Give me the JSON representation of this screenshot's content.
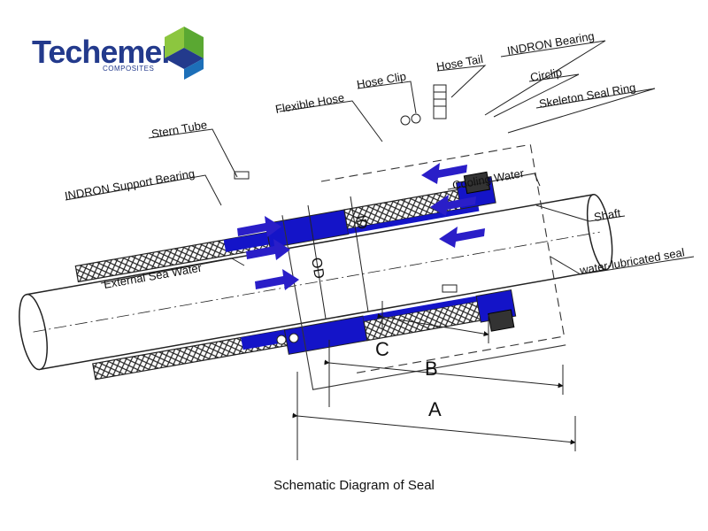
{
  "logo": {
    "word": "Techemer",
    "sub": "COMPOSITES",
    "colors": {
      "navy": "#233a8c",
      "green": "#5aa832",
      "blue": "#1d6fb8"
    }
  },
  "labels": {
    "stern_tube": "Stern Tube",
    "indron_support_bearing": "INDRON Support Bearing",
    "flexible_hose": "Flexible Hose",
    "hose_clip": "Hose Clip",
    "hose_tail": "Hose Tail",
    "indron_bearing": "INDRON Bearing",
    "circlip": "Circlip",
    "skeleton_seal_ring": "Skeleton Seal Ring",
    "cooling_water": "Cooling Water",
    "shaft": "Shaft",
    "external_sea_water": "External Sea Water",
    "water_lubricated_seal": "water-lubricated seal",
    "od": "OD",
    "id": "ID",
    "dim_a": "A",
    "dim_b": "B",
    "dim_c": "C"
  },
  "caption": "Schematic Diagram of Seal",
  "colors": {
    "seal_blue": "#1414c8",
    "arrow_blue": "#2a1ec8",
    "line": "#222222"
  }
}
